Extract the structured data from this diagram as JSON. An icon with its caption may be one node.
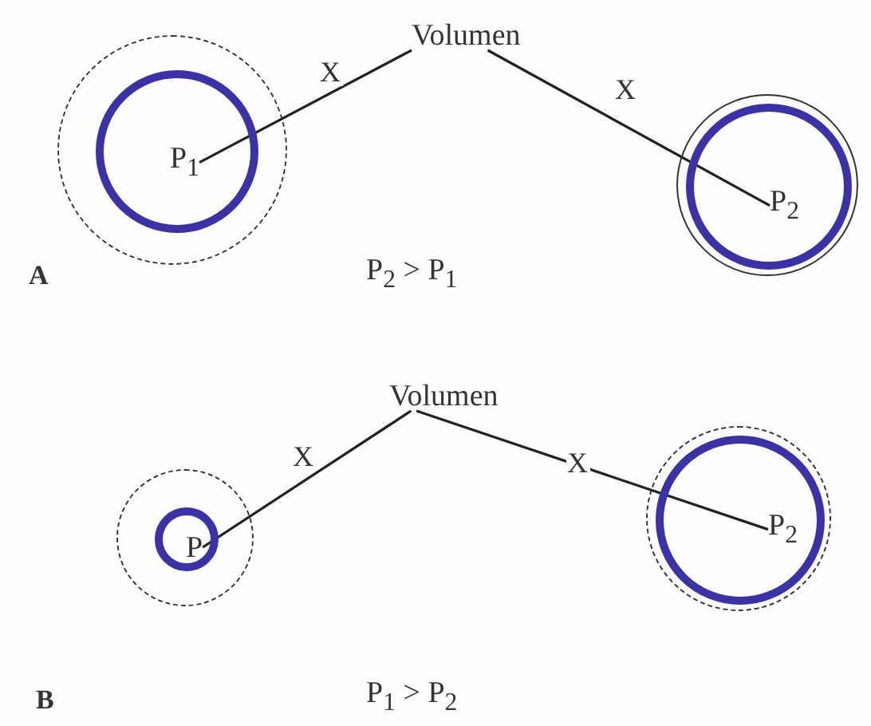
{
  "diagram": {
    "nodes": [
      {
        "text": [
          "Volumen"
        ]
      },
      {
        "text": [],
        "shape": "circle"
      },
      {
        "text": [],
        "shape": "circle",
        "in": 1
      },
      {
        "text": [
          "P$_{1}$"
        ],
        "in": 2
      },
      {
        "text": [],
        "shape": "circle"
      },
      {
        "text": [],
        "shape": "circle",
        "in": 4
      },
      {
        "text": [
          "P$_{2}$"
        ],
        "in": 5
      },
      {
        "text": [
          "Volumen"
        ]
      },
      {
        "text": [],
        "shape": "circle"
      },
      {
        "text": [],
        "shape": "circle",
        "in": 8
      },
      {
        "text": [
          "P"
        ],
        "in": 9
      },
      {
        "text": [],
        "shape": "circle"
      },
      {
        "text": [],
        "shape": "circle",
        "in": 11
      },
      {
        "text": [
          "P$_{2}$"
        ],
        "in": 12
      }
    ],
    "edges": [
      {
        "from": 0,
        "to": 3,
        "arrow": "none",
        "label": "X"
      },
      {
        "from": 0,
        "to": 6,
        "arrow": "none",
        "label": "X"
      },
      {
        "from": 7,
        "to": 10,
        "arrow": "none",
        "label": "X"
      },
      {
        "from": 7,
        "to": 13,
        "arrow": "none",
        "label": "X"
      }
    ],
    "labels": [
      "A",
      "P$_{2}$ > P$_{1}$",
      "B",
      "P$_{1}$ > P$_{2}$"
    ]
  }
}
